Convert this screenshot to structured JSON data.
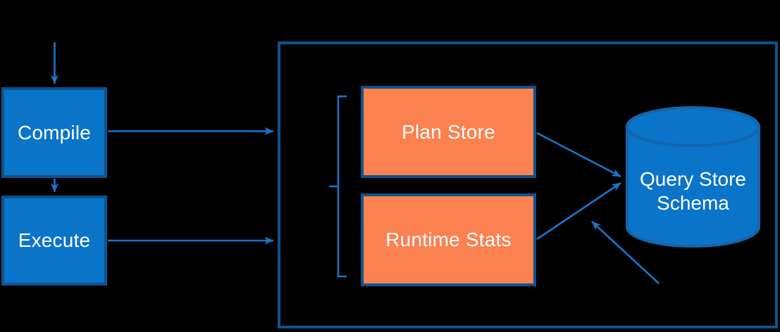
{
  "colors": {
    "background": "#000000",
    "node_fill_blue": "#0a74c9",
    "node_fill_orange": "#fc8150",
    "node_border": "#0e538c",
    "cylinder_border": "#1565ab",
    "arrow": "#1b74c8",
    "text": "#ffffff"
  },
  "nodes": {
    "compile": {
      "label": "Compile"
    },
    "execute": {
      "label": "Execute"
    },
    "plan_store": {
      "label": "Plan Store"
    },
    "runtime_stats": {
      "label": "Runtime Stats"
    },
    "query_store_schema": {
      "label": "Query Store Schema"
    }
  }
}
